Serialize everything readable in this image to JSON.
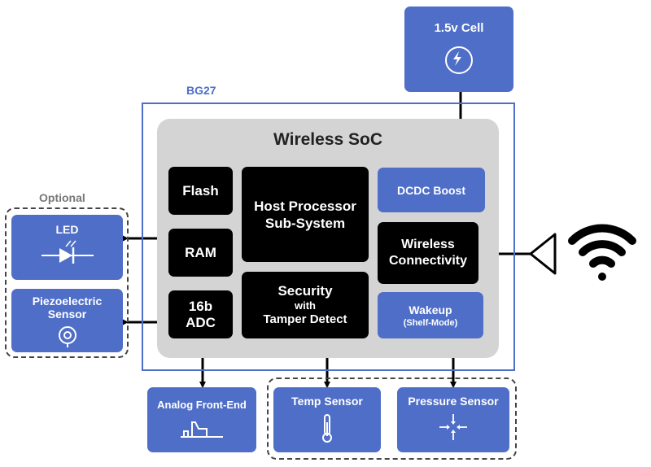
{
  "cell": {
    "label": "1.5v Cell"
  },
  "bg27": {
    "label": "BG27"
  },
  "soc": {
    "title": "Wireless SoC"
  },
  "optional": {
    "label": "Optional"
  },
  "blocks": {
    "flash": "Flash",
    "ram": "RAM",
    "adc_line1": "16b",
    "adc_line2": "ADC",
    "host_line1": "Host Processor",
    "host_line2": "Sub-System",
    "security_line1": "Security",
    "security_line2": "with",
    "security_line3": "Tamper Detect",
    "dcdc": "DCDC Boost",
    "wireless_line1": "Wireless",
    "wireless_line2": "Connectivity",
    "wakeup_line1": "Wakeup",
    "wakeup_line2": "(Shelf-Mode)"
  },
  "peripherals": {
    "led": "LED",
    "piezo_line1": "Piezoelectric",
    "piezo_line2": "Sensor",
    "afe": "Analog Front-End",
    "temp": "Temp Sensor",
    "pressure": "Pressure Sensor"
  },
  "colors": {
    "blue": "#4f6ec7",
    "black": "#000000",
    "soc_gray": "#d4d4d4",
    "outline": "#4f6ec7"
  },
  "icons": [
    "bolt-icon",
    "led-diode-icon",
    "piezo-icon",
    "analog-wave-icon",
    "thermometer-icon",
    "pressure-arrows-icon",
    "antenna-icon",
    "wifi-icon"
  ]
}
